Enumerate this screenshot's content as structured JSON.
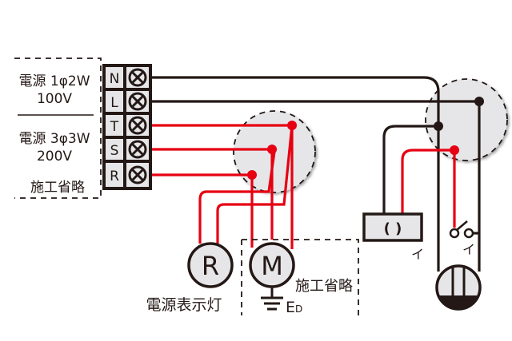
{
  "diagram": {
    "supply_1phase": {
      "line1": "電源 1φ2W",
      "line2": "100V"
    },
    "supply_3phase": {
      "line1": "電源 3φ3W",
      "line2": "200V"
    },
    "left_note": "施工省略",
    "terminals": [
      "N",
      "L",
      "T",
      "S",
      "R"
    ],
    "power_lamp": {
      "symbol": "R",
      "label": "電源表示灯"
    },
    "motor": {
      "symbol": "M",
      "note": "施工省略",
      "ground_label": "E",
      "ground_subscript": "D"
    },
    "receptacle": {
      "symbol": "( )",
      "mark": "イ"
    },
    "switch": {
      "mark": "イ"
    },
    "colors": {
      "black_wire": "#231815",
      "red_wire": "#e60012",
      "box_fill": "#e6e6e8"
    }
  }
}
